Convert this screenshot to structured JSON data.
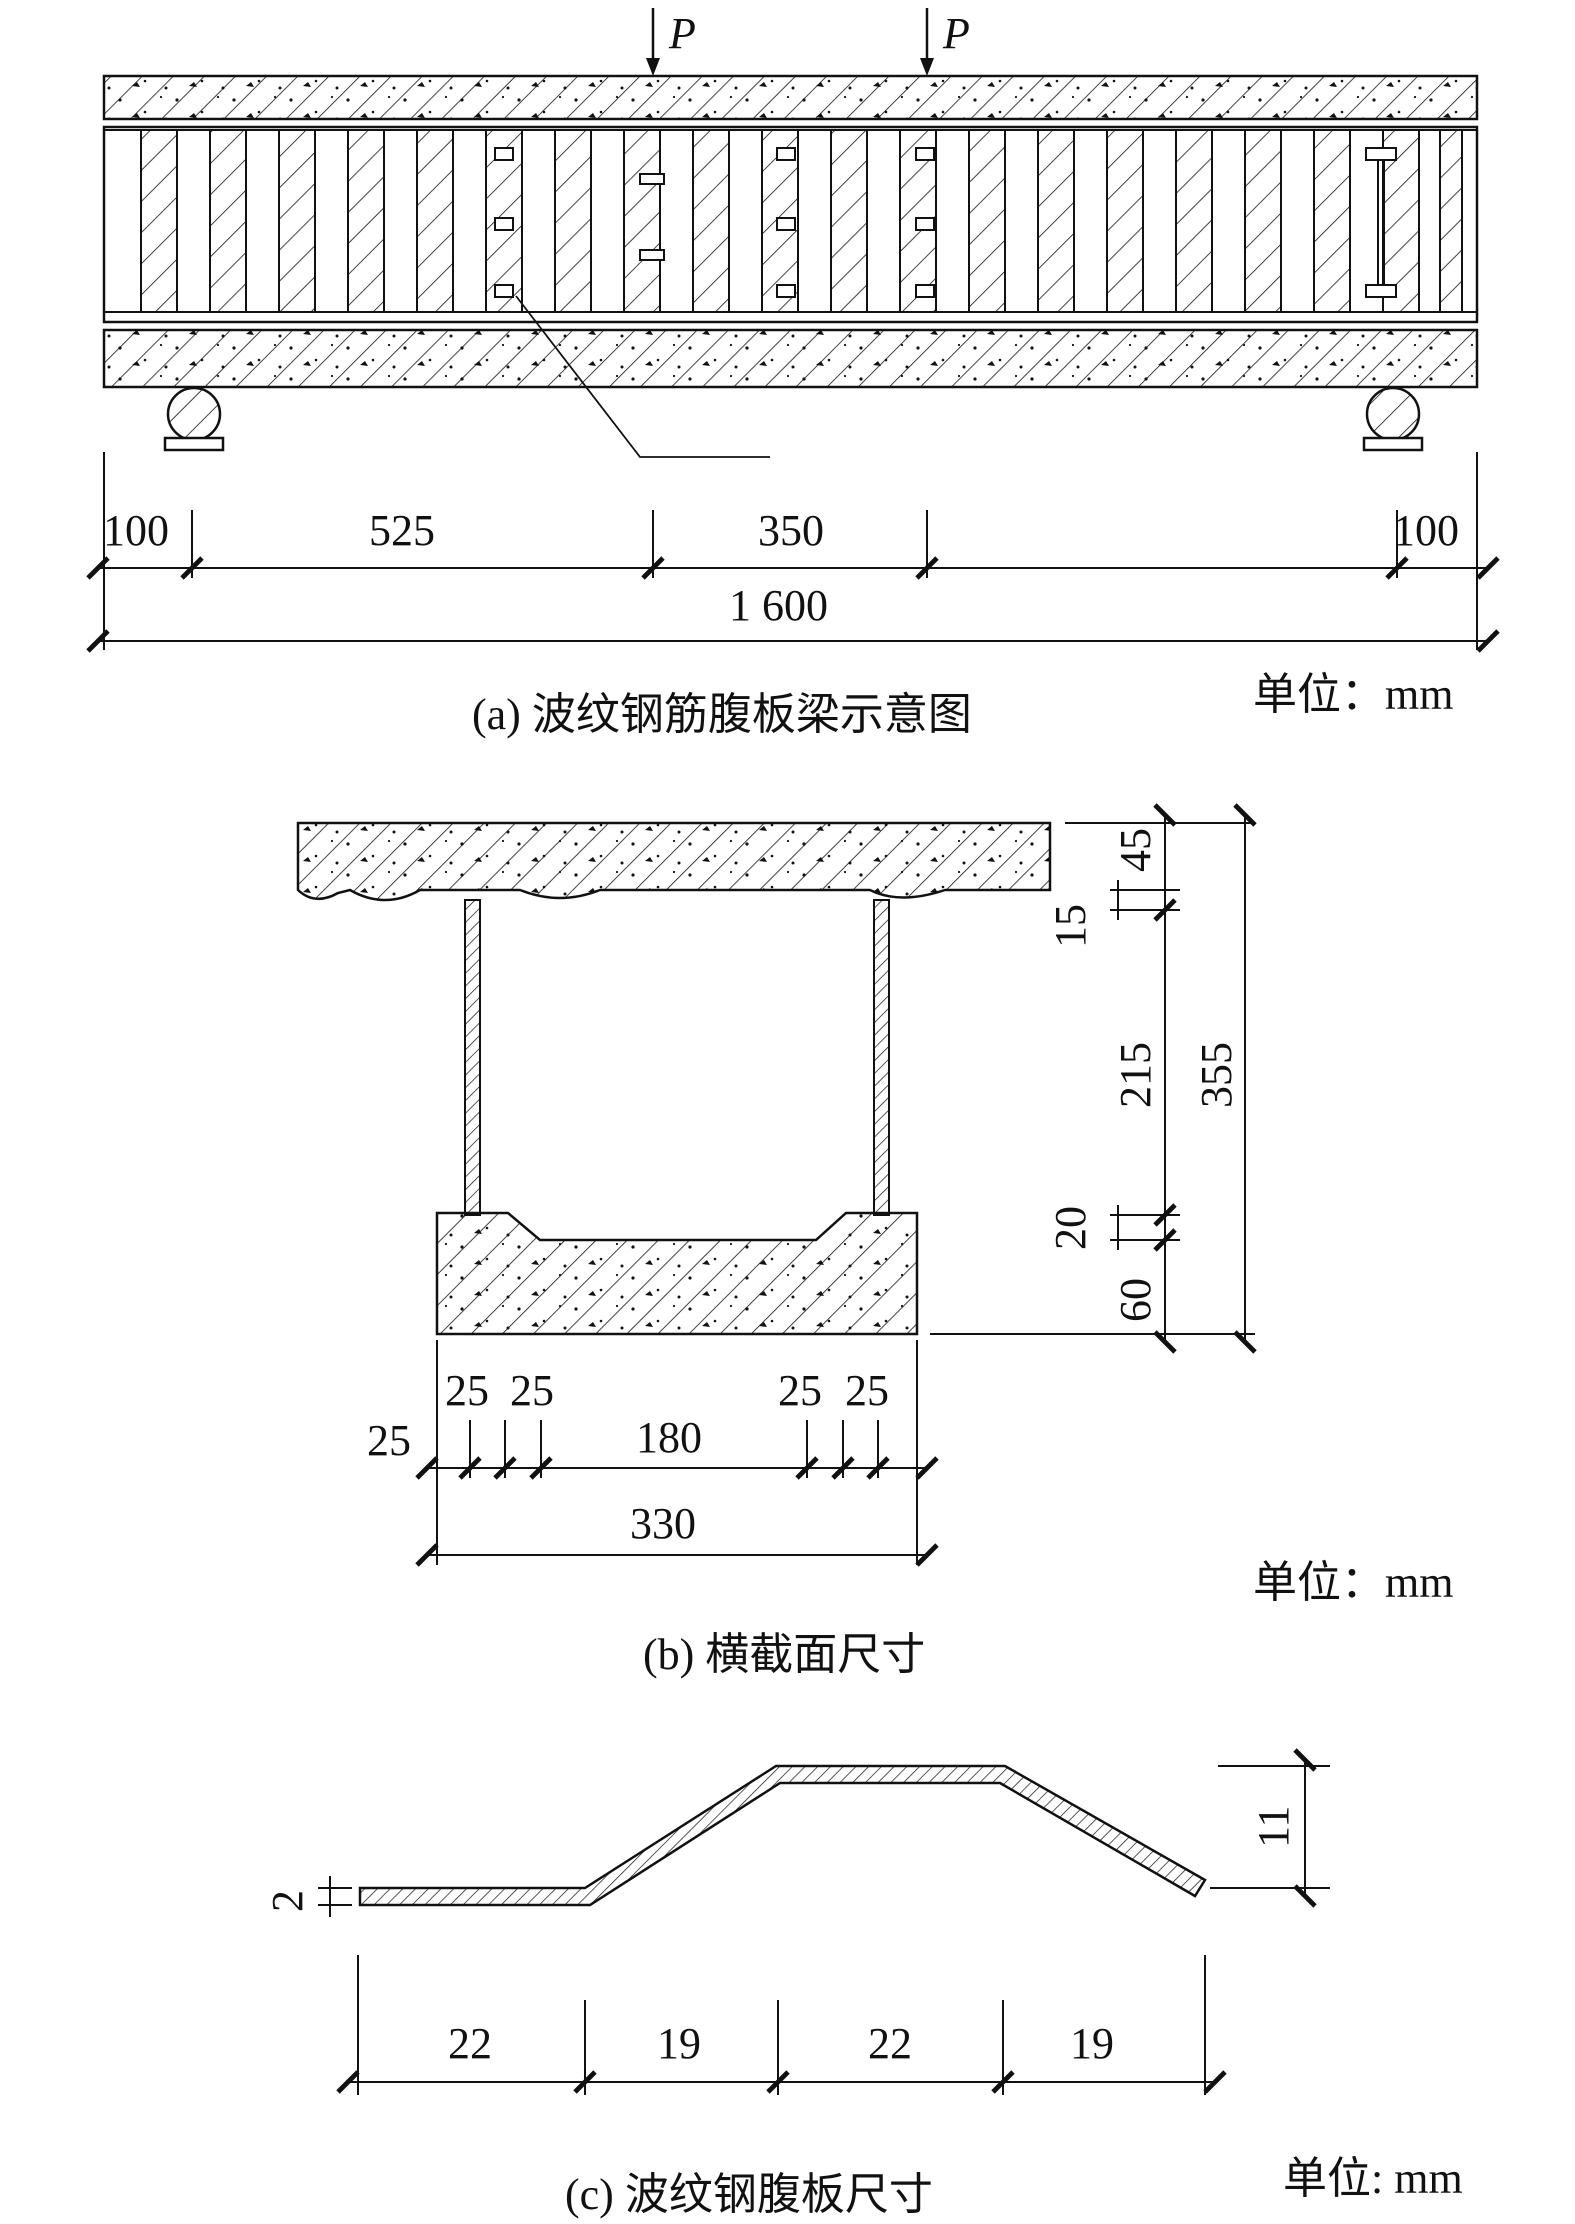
{
  "figure_a": {
    "caption": "(a) 波纹钢筋腹板梁示意图",
    "unit": "单位：mm",
    "load_label": "P",
    "dims": {
      "left_overhang": "100",
      "shear_span": "525",
      "pure_bending": "350",
      "right_overhang": "100",
      "total": "1 600"
    }
  },
  "figure_b": {
    "caption": "(b) 横截面尺寸",
    "unit": "单位：mm",
    "dims": {
      "top_flange": "45",
      "top_haunch": "15",
      "web_height": "215",
      "total_height": "355",
      "bottom_haunch": "20",
      "bottom_flange": "60",
      "edge_left": "25",
      "haunch_l1": "25",
      "haunch_l2": "25",
      "clear_width": "180",
      "haunch_r1": "25",
      "haunch_r2": "25",
      "total_width": "330"
    }
  },
  "figure_c": {
    "caption": "(c) 波纹钢腹板尺寸",
    "unit": "单位: mm",
    "dims": {
      "thickness": "2",
      "amplitude": "11",
      "flat_1": "22",
      "incline_1": "19",
      "flat_2": "22",
      "incline_2": "19"
    }
  },
  "colors": {
    "line": "#111111",
    "background": "#ffffff"
  }
}
